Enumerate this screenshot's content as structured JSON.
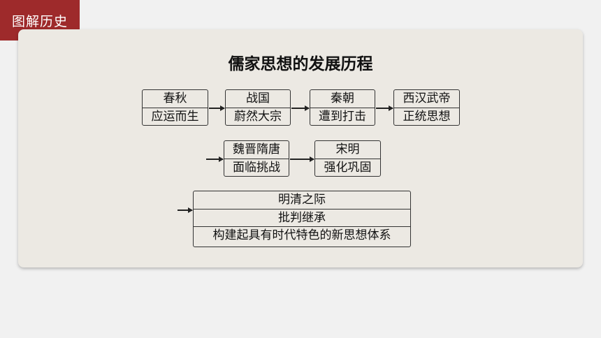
{
  "header": {
    "tag_label": "图解历史"
  },
  "diagram": {
    "title": "儒家思想的发展历程",
    "stages": [
      {
        "period": "春秋",
        "status": "应运而生"
      },
      {
        "period": "战国",
        "status": "蔚然大宗"
      },
      {
        "period": "秦朝",
        "status": "遭到打击"
      },
      {
        "period": "西汉武帝",
        "status": "正统思想"
      },
      {
        "period": "魏晋隋唐",
        "status": "面临挑战"
      },
      {
        "period": "宋明",
        "status": "强化巩固"
      },
      {
        "period": "明清之际",
        "status": "批判继承",
        "detail": "构建起具有时代特色的新思想体系"
      }
    ]
  }
}
